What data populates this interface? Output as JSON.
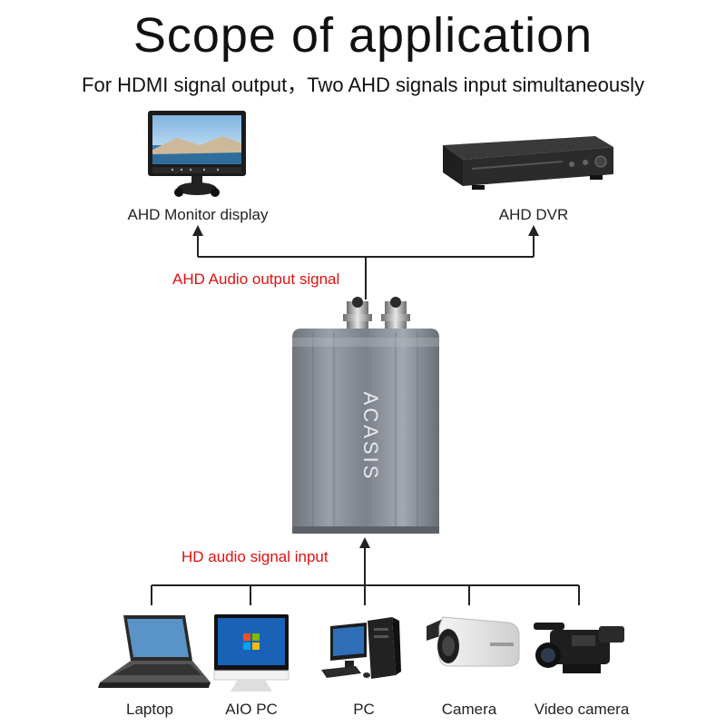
{
  "header": {
    "title": "Scope of application",
    "subtitle": "For HDMI signal output，Two AHD signals input  simultaneously"
  },
  "outputs": [
    {
      "label": "AHD Monitor display",
      "icon": "monitor-icon"
    },
    {
      "label": "AHD DVR",
      "icon": "dvr-icon"
    }
  ],
  "signals": {
    "output_label": "AHD Audio output signal",
    "input_label": "HD audio signal input",
    "label_color": "#e01010"
  },
  "device": {
    "brand": "ACASIS",
    "body_color": "#8a8f98"
  },
  "inputs": [
    {
      "label": "Laptop",
      "icon": "laptop-icon"
    },
    {
      "label": "AIO PC",
      "icon": "aio-pc-icon"
    },
    {
      "label": "PC",
      "icon": "pc-icon"
    },
    {
      "label": "Camera",
      "icon": "camera-icon"
    },
    {
      "label": "Video camera",
      "icon": "video-camera-icon"
    }
  ]
}
